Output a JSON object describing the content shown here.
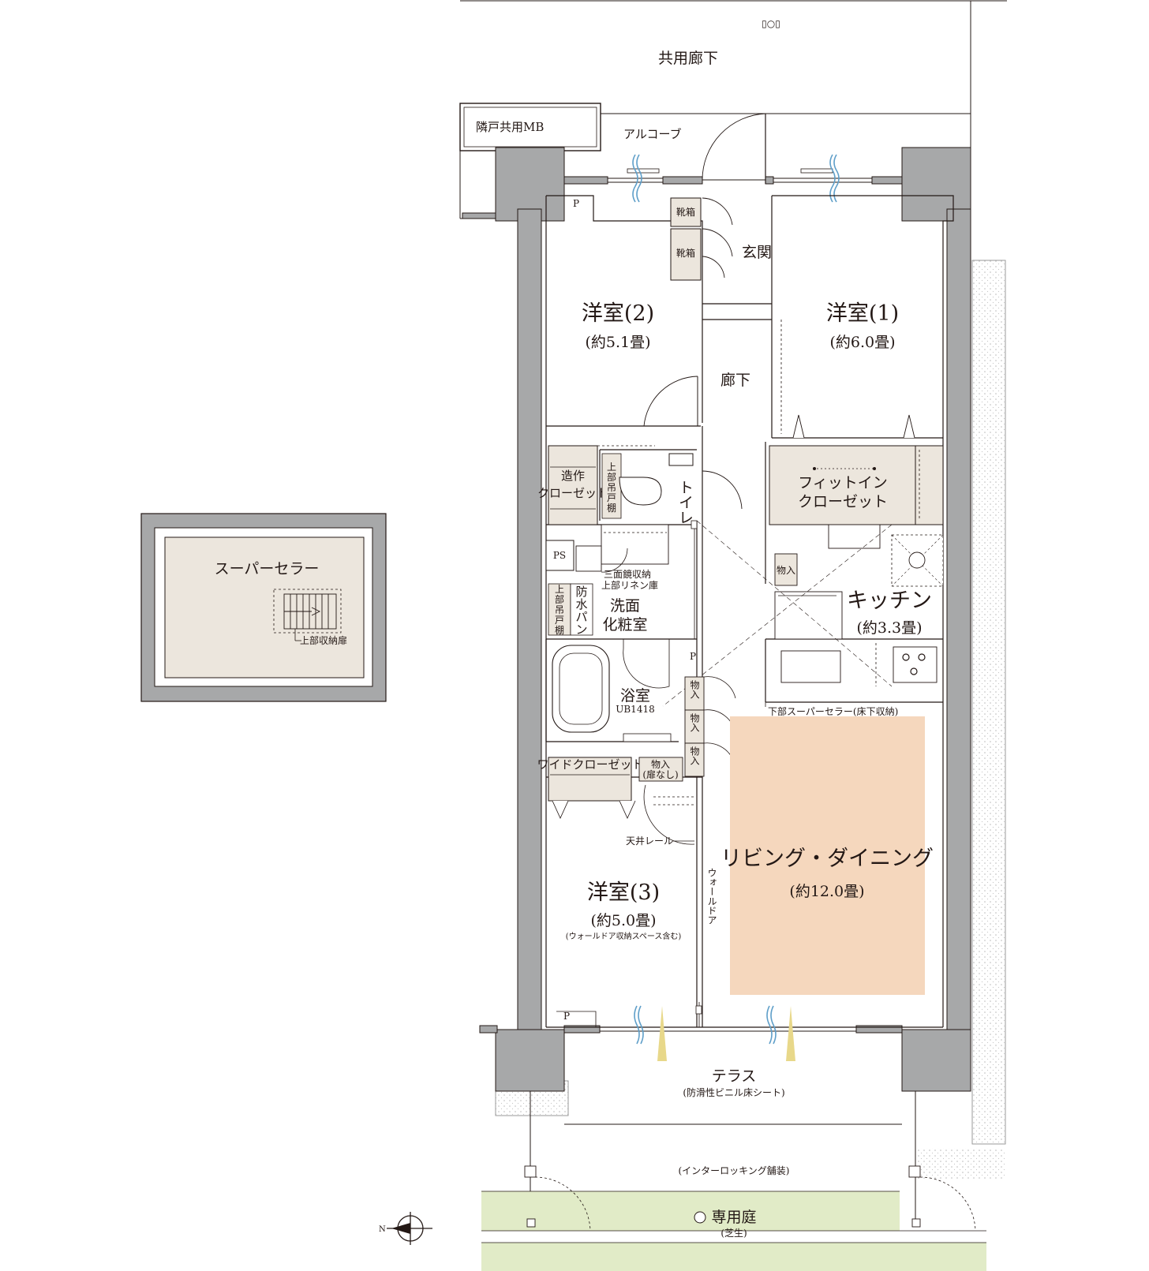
{
  "colors": {
    "wall": "#a7a8a9",
    "line": "#231815",
    "storage": "#ece6dd",
    "living": "#f5d7bd",
    "garden": "#e1ebc7",
    "paving": "#f4f4f4",
    "window": "#5f9fc9",
    "sun": "#e8d88a"
  },
  "top": {
    "marker": "▯○▯",
    "corridor": "共用廊下",
    "neighbor_mb": "隣戸共用MB",
    "alcove": "アルコーブ"
  },
  "rooms": {
    "entrance": "玄関",
    "shoe1": "靴箱",
    "shoe2": "靴箱",
    "hall": "廊下",
    "western1": {
      "name": "洋室(1)",
      "size": "(約6.0畳)"
    },
    "western2": {
      "name": "洋室(2)",
      "size": "(約5.1畳)"
    },
    "western3": {
      "name": "洋室(3)",
      "size": "(約5.0畳)",
      "note": "(ウォールドア収納スペース含む)"
    },
    "closet_built": [
      "造作",
      "クローゼット"
    ],
    "toilet": "トイレ",
    "upper_cab_toilet": [
      "上",
      "部",
      "吊",
      "戸",
      "棚"
    ],
    "fitin": [
      "フィットイン",
      "クローゼット"
    ],
    "ps": "PS",
    "mirror": "三面鏡収納",
    "linen": "上部リネン庫",
    "upper_cab_wash": [
      "上",
      "部",
      "吊",
      "戸",
      "棚"
    ],
    "waterproof": [
      "防",
      "水",
      "パ",
      "ン"
    ],
    "washroom": [
      "洗面",
      "化粧室"
    ],
    "kitchen": {
      "name": "キッチン",
      "size": "(約3.3畳)"
    },
    "store": "物入",
    "bath": {
      "name": "浴室",
      "code": "UB1418"
    },
    "p": "P",
    "wide_closet": "ワイドクローゼット",
    "store_nodoor": [
      "物入",
      "(扉なし)"
    ],
    "rail": "天井レール",
    "wall_door": "ウォールドア",
    "cellar_note": "下部スーパーセラー(床下収納)",
    "living": {
      "name": "リビング・ダイニング",
      "size": "(約12.0畳)"
    }
  },
  "outside": {
    "terrace": "テラス",
    "terrace_note": "(防滑性ビニル床シート)",
    "paving": "(インターロッキング舗装)",
    "garden": "専用庭",
    "garden_note": "(芝生)"
  },
  "cellar": {
    "title": "スーパーセラー",
    "door": "上部収納扉"
  },
  "compass": "N"
}
